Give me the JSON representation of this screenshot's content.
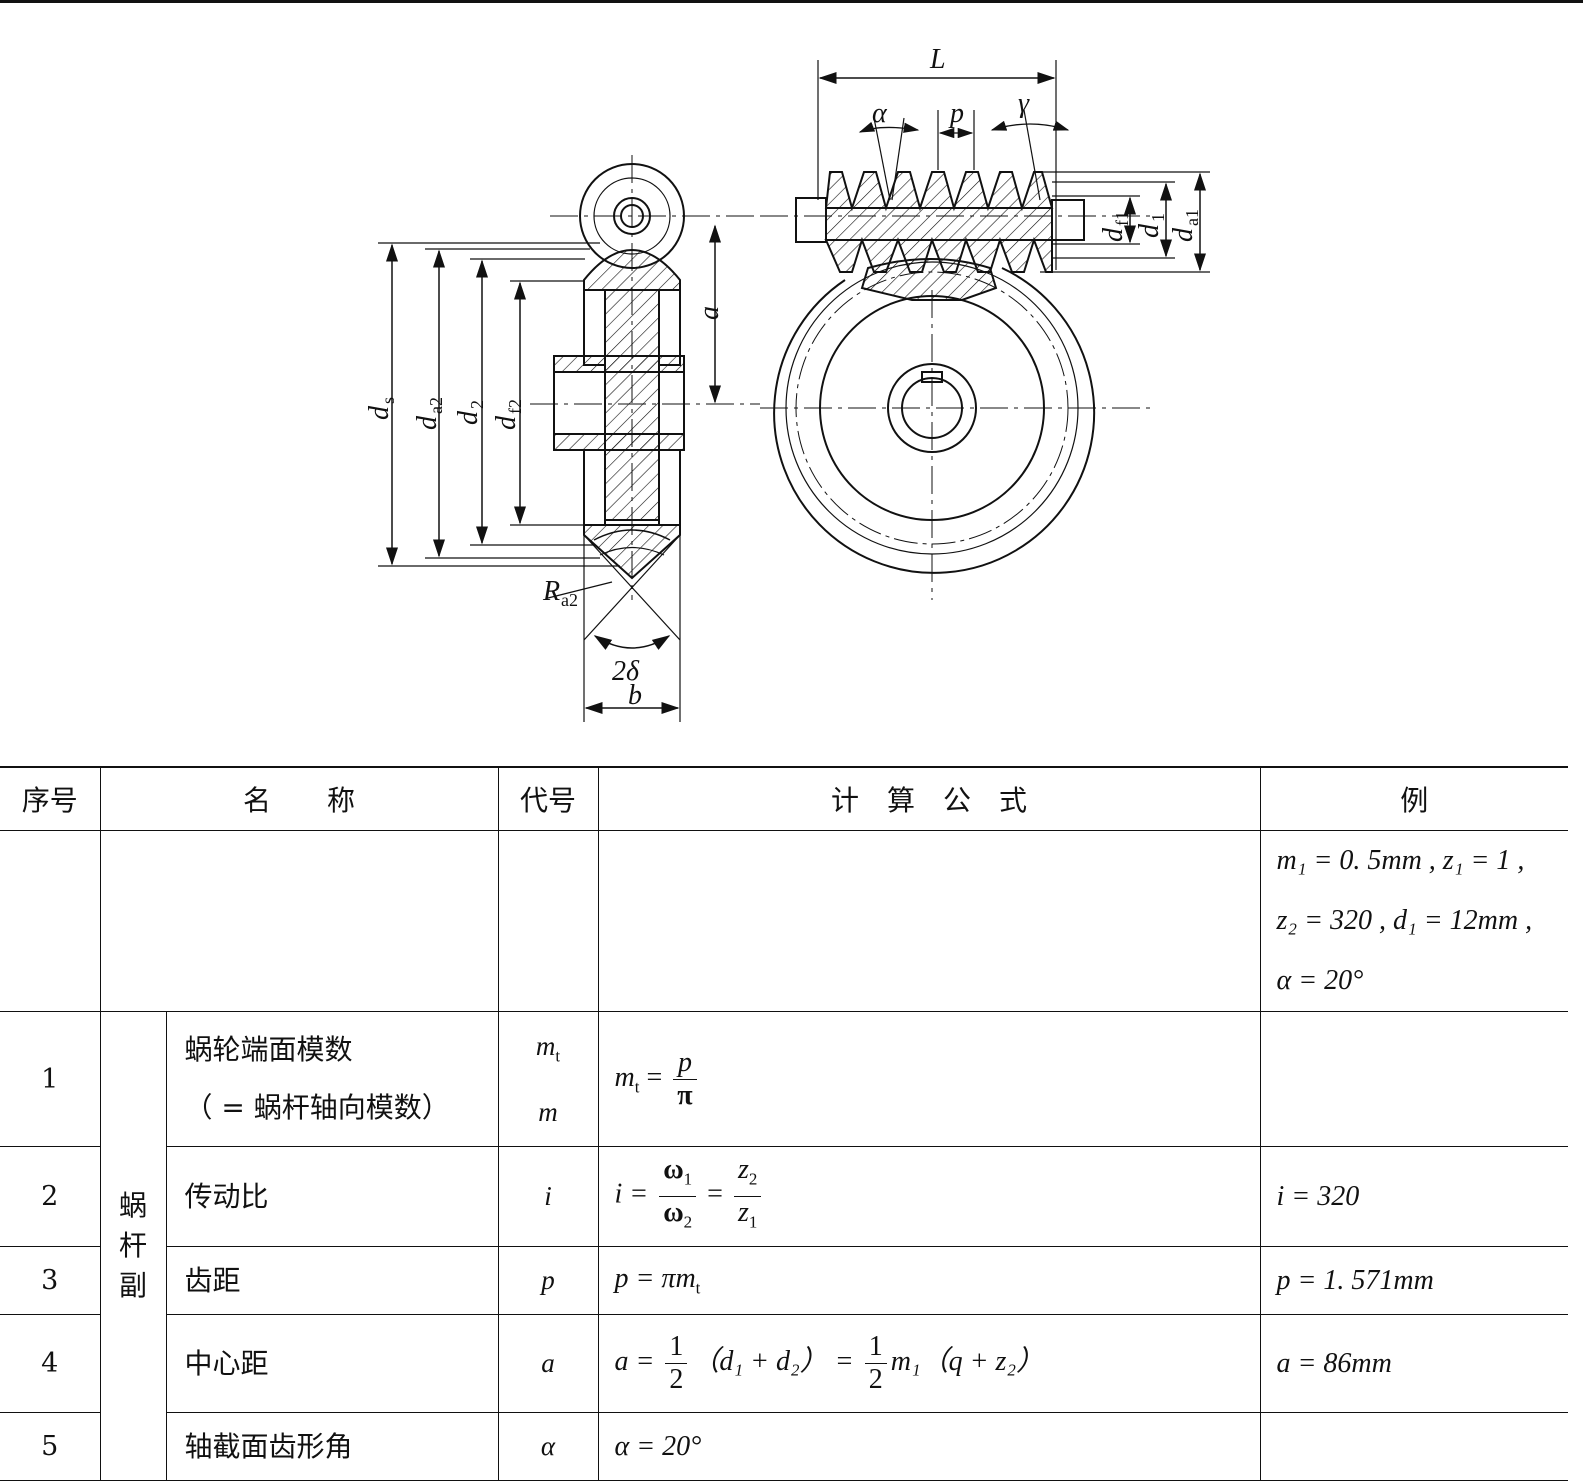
{
  "drawing": {
    "labels": {
      "L": "L",
      "alpha": "α",
      "p": "p",
      "gamma": "γ",
      "a": "a",
      "two_delta": "2δ",
      "b": "b",
      "ds": "d",
      "ds_sub": "s",
      "da2": "d",
      "da2_sub": "a2",
      "d2": "d",
      "d2_sub": "2",
      "df2": "d",
      "df2_sub": "f2",
      "df1": "d",
      "df1_sub": "f1",
      "d1": "d",
      "d1_sub": "1",
      "da1": "d",
      "da1_sub": "a1",
      "Ra2": "R",
      "Ra2_sub": "a2"
    }
  },
  "table": {
    "headers": [
      "序号",
      "名　　称",
      "代号",
      "计　算　公　式",
      "例"
    ],
    "example_given": [
      "m₁ = 0. 5mm , z₁ = 1 ,",
      "z₂ = 320 , d₁ = 12mm ,",
      "α = 20°"
    ],
    "group_label": [
      "蜗",
      "杆",
      "副"
    ],
    "rows": [
      {
        "no": "1",
        "name_line1": "蜗轮端面模数",
        "name_line2": "（ = 蜗杆轴向模数）",
        "symbol_line1": "m",
        "symbol_line1_sub": "t",
        "symbol_line2": "m",
        "formula_lhs": "m",
        "formula_lhs_sub": "t",
        "formula_eq": " = ",
        "formula_num": "p",
        "formula_den": "π",
        "example": ""
      },
      {
        "no": "2",
        "name": "传动比",
        "symbol": "i",
        "formula_lhs": "i = ",
        "f_num1": "ω",
        "f_num1_sub": "1",
        "f_den1": "ω",
        "f_den1_sub": "2",
        "f_eq": " = ",
        "f_num2": "z",
        "f_num2_sub": "2",
        "f_den2": "z",
        "f_den2_sub": "1",
        "example": "i = 320"
      },
      {
        "no": "3",
        "name": "齿距",
        "symbol": "p",
        "formula": "p = πm",
        "formula_sub": "t",
        "example": "p = 1. 571mm"
      },
      {
        "no": "4",
        "name": "中心距",
        "symbol": "a",
        "formula_a": "a = ",
        "half_num": "1",
        "half_den": "2",
        "formula_mid": "（d₁ + d₂） = ",
        "formula_end": "m₁（q + z₂）",
        "example": "a = 86mm"
      },
      {
        "no": "5",
        "name": "轴截面齿形角",
        "symbol": "α",
        "formula": "α = 20°",
        "example": ""
      }
    ]
  }
}
